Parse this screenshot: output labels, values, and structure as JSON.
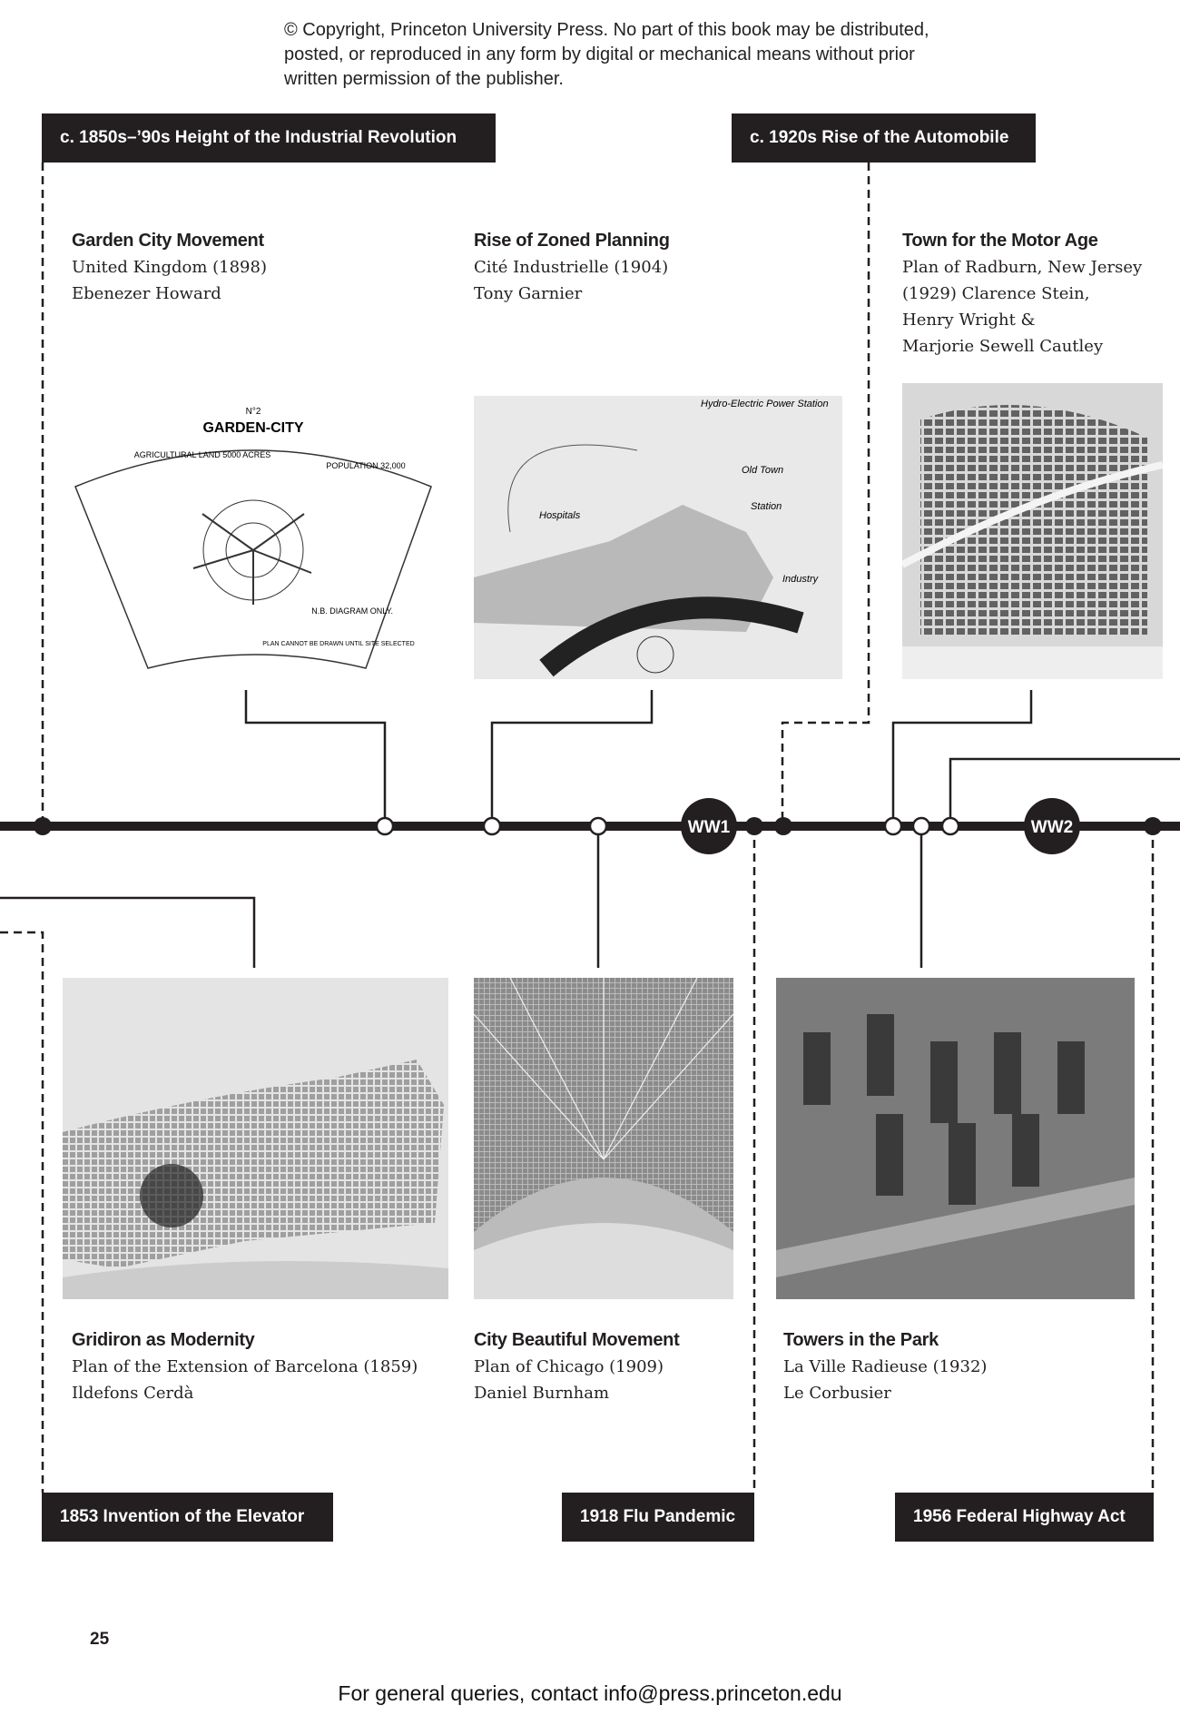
{
  "copyright": "© Copyright, Princeton University Press. No part of this book may be distributed, posted, or reproduced in any form by digital or mechanical means without prior written permission of the publisher.",
  "top_labels": [
    "c. 1850s–’90s Height of the Industrial Revolution",
    "c. 1920s Rise of the Automobile"
  ],
  "bottom_labels": [
    "1853 Invention of the Elevator",
    "1918 Flu Pandemic",
    "1956 Federal Highway Act"
  ],
  "badges": [
    "WW1",
    "WW2"
  ],
  "entries_top": [
    {
      "title": "Garden City Movement",
      "lines": [
        "United Kingdom (1898)",
        "Ebenezer Howard"
      ]
    },
    {
      "title": "Rise of Zoned Planning",
      "lines": [
        "Cité Industrielle (1904)",
        "Tony Garnier"
      ]
    },
    {
      "title": "Town for the Motor Age",
      "lines": [
        "Plan of Radburn, New Jersey",
        "(1929) Clarence Stein,",
        "Henry Wright &",
        "Marjorie Sewell Cautley"
      ]
    }
  ],
  "entries_bottom": [
    {
      "title": "Gridiron as Modernity",
      "lines": [
        "Plan of the Extension of Barcelona (1859)",
        "Ildefons Cerdà"
      ]
    },
    {
      "title": "City Beautiful Movement",
      "lines": [
        "Plan of Chicago (1909)",
        "Daniel Burnham"
      ]
    },
    {
      "title": "Towers in the Park",
      "lines": [
        "La Ville Radieuse (1932)",
        "Le Corbusier"
      ]
    }
  ],
  "image_text": {
    "garden_city": [
      "N°2",
      "GARDEN-CITY",
      "AGRICULTURAL LAND 5000 ACRES",
      "POPULATION 32,000",
      "N.B. DIAGRAM ONLY.",
      "PLAN CANNOT BE DRAWN UNTIL SITE SELECTED"
    ],
    "cite_industrielle": [
      "Hydro-Electric Power Station",
      "Old Town",
      "Station",
      "Hospitals",
      "Industry"
    ]
  },
  "page_number": "25",
  "footer": "For general queries, contact info@press.princeton.edu"
}
